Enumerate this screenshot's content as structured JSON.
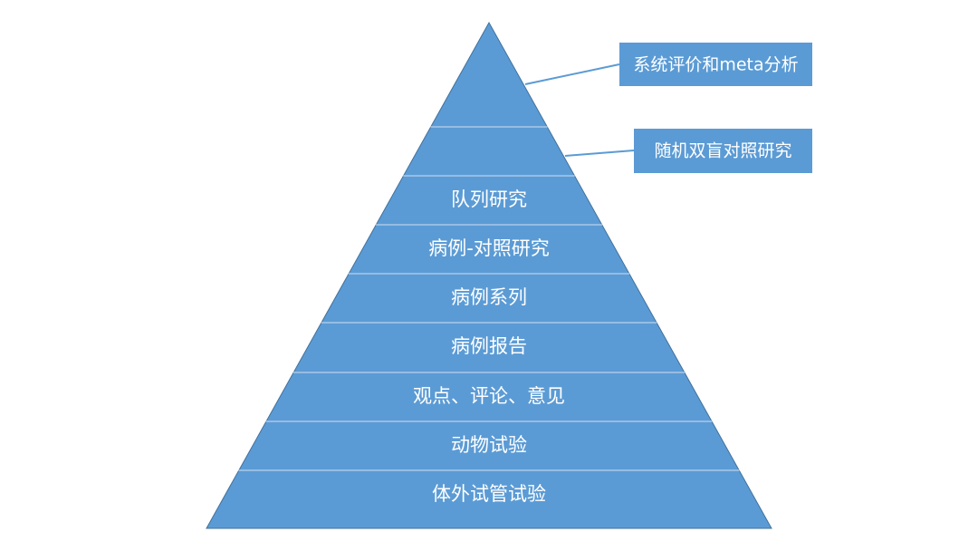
{
  "colors": {
    "fill": "#5b9bd5",
    "divider": "#a9c8e8",
    "outline": "#41719c",
    "leader": "#5b9bd5",
    "text": "#ffffff"
  },
  "pyramid": {
    "levels": [
      {
        "label": ""
      },
      {
        "label": ""
      },
      {
        "label": "队列研究"
      },
      {
        "label": "病例-对照研究"
      },
      {
        "label": "病例系列"
      },
      {
        "label": "病例报告"
      },
      {
        "label": "观点、评论、意见"
      },
      {
        "label": "动物试验"
      },
      {
        "label": "体外试管试验"
      }
    ]
  },
  "callouts": [
    {
      "text": "系统评价和meta分析",
      "level": 0
    },
    {
      "text": "随机双盲对照研究",
      "level": 1
    }
  ]
}
